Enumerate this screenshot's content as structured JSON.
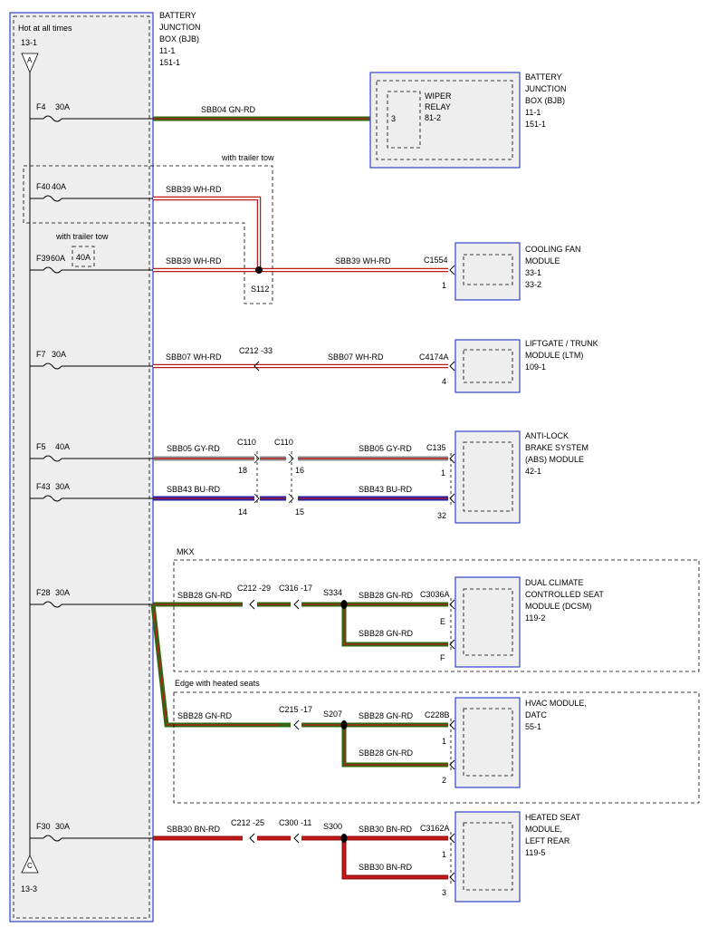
{
  "bjb": {
    "hot_label": "Hot at all times",
    "top_ref": "13-1",
    "top_letter": "A",
    "bottom_ref": "13-3",
    "bottom_letter": "C",
    "name_lines": [
      "BATTERY",
      "JUNCTION",
      "BOX (BJB)",
      "11-1",
      "151-1"
    ]
  },
  "fuses": [
    {
      "label": "F4",
      "rating": "30A"
    },
    {
      "label": "F40",
      "rating": "40A"
    },
    {
      "label": "F39",
      "rating": "60A"
    },
    {
      "label": "F7",
      "rating": "30A"
    },
    {
      "label": "F5",
      "rating": "40A"
    },
    {
      "label": "F43",
      "rating": "30A"
    },
    {
      "label": "F28",
      "rating": "30A"
    },
    {
      "label": "F30",
      "rating": "30A"
    }
  ],
  "trailer_tow": {
    "label_1": "with trailer tow",
    "label_2": "with trailer tow",
    "alt_rating": "40A",
    "splice": "S112"
  },
  "wires": {
    "sbb04": "SBB04  GN-RD",
    "sbb39": "SBB39  WH-RD",
    "sbb07": "SBB07  WH-RD",
    "sbb05": "SBB05  GY-RD",
    "sbb43": "SBB43  BU-RD",
    "sbb28": "SBB28  GN-RD",
    "sbb30": "SBB30  BN-RD"
  },
  "connectors": {
    "c1554": "C1554",
    "c212_33": "C212  -33",
    "c4174a": "C4174A",
    "c110_a": "C110",
    "c110_b": "C110",
    "c135": "C135",
    "c212_29": "C212  -29",
    "c316_17": "C316  -17",
    "s334": "S334",
    "c3036a": "C3036A",
    "c215_17": "C215  -17",
    "s207": "S207",
    "c228b": "C228B",
    "c212_25": "C212  -25",
    "c300_11": "C300  -11",
    "s300": "S300",
    "c3162a": "C3162A"
  },
  "pins": {
    "wiper": "3",
    "cooling": "1",
    "ltm": "4",
    "c110_18": "18",
    "c110_16": "16",
    "abs_1": "1",
    "c110_14": "14",
    "c110_15": "15",
    "abs_32": "32",
    "dcsm_e": "E",
    "dcsm_f": "F",
    "hvac_1": "1",
    "hvac_2": "2",
    "seat_1": "1",
    "seat_3": "3"
  },
  "options": {
    "mkx": "MKX",
    "edge": "Edge with heated seats"
  },
  "components": {
    "wiper_relay": [
      "WIPER",
      "RELAY",
      "81-2"
    ],
    "bjb_right": [
      "BATTERY",
      "JUNCTION",
      "BOX (BJB)",
      "11-1",
      "151-1"
    ],
    "cooling_fan": [
      "COOLING FAN",
      "MODULE",
      "33-1",
      "33-2"
    ],
    "ltm": [
      "LIFTGATE / TRUNK",
      "MODULE (LTM)",
      "109-1"
    ],
    "abs": [
      "ANTI-LOCK",
      "BRAKE SYSTEM",
      "(ABS) MODULE",
      "42-1"
    ],
    "dcsm": [
      "DUAL CLIMATE",
      "CONTROLLED SEAT",
      "MODULE (DCSM)",
      "119-2"
    ],
    "hvac": [
      "HVAC MODULE,",
      "DATC",
      "55-1"
    ],
    "heated_seat": [
      "HEATED SEAT",
      "MODULE,",
      "LEFT REAR",
      "119-5"
    ]
  },
  "colors": {
    "green": "#2d6a0f",
    "red": "#c0191b",
    "blue": "#2222b0",
    "gray": "#8c8c8c",
    "brown": "#9c1010",
    "white": "#ffffff",
    "box_border": "#3344cc",
    "box_fill": "#eeeeee"
  }
}
